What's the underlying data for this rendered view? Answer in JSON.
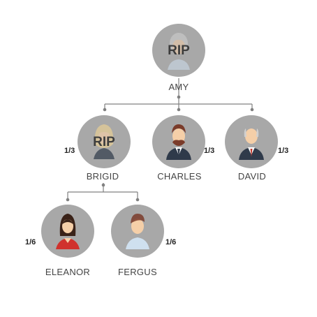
{
  "colors": {
    "circle": "#a8a8a8",
    "connector": "#808080",
    "skin": "#f5cfa8",
    "hair_brown": "#7a3b2a",
    "hair_blonde": "#e8cf95",
    "hair_grey": "#d0d0d0",
    "hair_dark": "#3a2218",
    "suit": "#2f3a4a",
    "shirt_white": "#ffffff",
    "tie_red": "#c0392b",
    "dress_red": "#d0322d",
    "shirt_light": "#cfe0ef"
  },
  "people": {
    "amy": {
      "name": "AMY",
      "status": "RIP",
      "icon": "elderly-woman-avatar-icon"
    },
    "brigid": {
      "name": "BRIGID",
      "status": "RIP",
      "share": "1/3",
      "icon": "blonde-woman-avatar-icon"
    },
    "charles": {
      "name": "CHARLES",
      "share": "1/3",
      "icon": "bearded-man-avatar-icon"
    },
    "david": {
      "name": "DAVID",
      "share": "1/3",
      "icon": "balding-man-avatar-icon"
    },
    "eleanor": {
      "name": "ELEANOR",
      "share": "1/6",
      "icon": "woman-red-dress-avatar-icon"
    },
    "fergus": {
      "name": "FERGUS",
      "share": "1/6",
      "icon": "young-man-avatar-icon"
    }
  }
}
